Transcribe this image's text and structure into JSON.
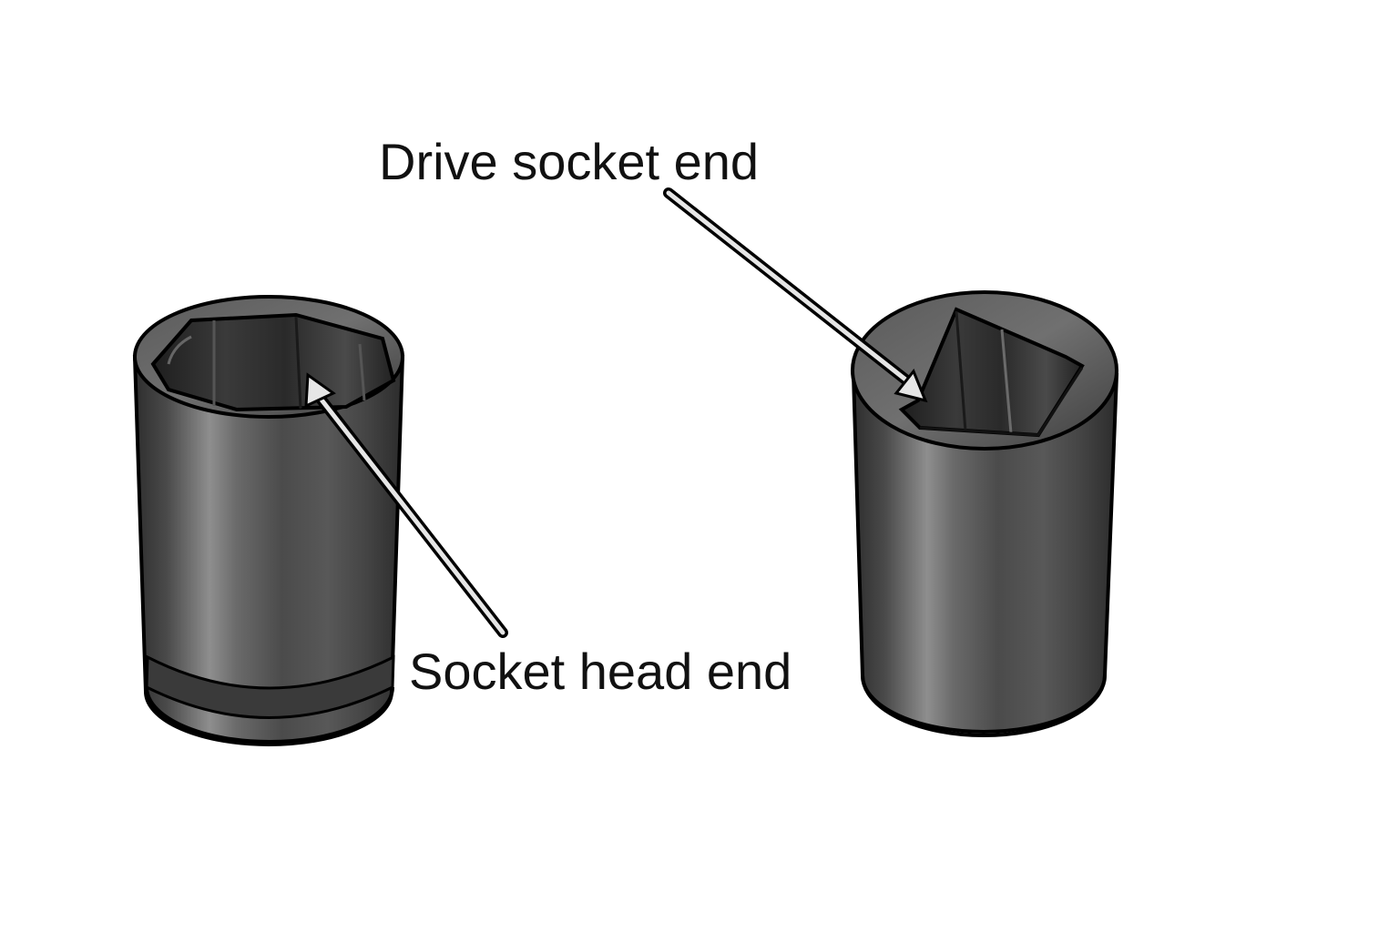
{
  "labels": {
    "drive_socket_end": "Drive socket end",
    "socket_head_end": "Socket head end"
  },
  "colors": {
    "background": "#ffffff",
    "socket_body_dark": "#3c3c3c",
    "socket_body_light": "#8c8c8c",
    "socket_interior": "#2a2a2a",
    "outline": "#000000",
    "arrow_fill": "#e6e6e6"
  },
  "objects": [
    {
      "name": "socket-head-end-socket",
      "opening": "hexagon"
    },
    {
      "name": "drive-socket-end-socket",
      "opening": "square"
    }
  ]
}
